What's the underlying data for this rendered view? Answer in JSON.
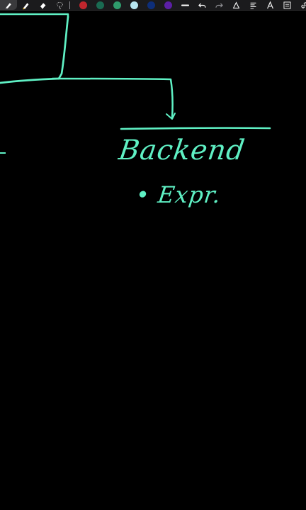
{
  "toolbar": {
    "tools": [
      {
        "name": "pen",
        "icon": "pen-icon"
      },
      {
        "name": "highlighter",
        "icon": "highlighter-icon"
      },
      {
        "name": "eraser",
        "icon": "eraser-icon"
      },
      {
        "name": "lasso",
        "icon": "lasso-icon"
      }
    ],
    "colors": [
      "#c0262d",
      "#1a6b52",
      "#2f9b6c",
      "#b8e6f1",
      "#0d2e7a",
      "#5b1fa5"
    ],
    "actions": [
      {
        "name": "stroke-width",
        "icon": "stroke-width-icon"
      },
      {
        "name": "undo",
        "icon": "undo-icon"
      },
      {
        "name": "redo",
        "icon": "redo-icon"
      },
      {
        "name": "shapes",
        "icon": "shapes-icon"
      },
      {
        "name": "text-format",
        "icon": "text-format-icon"
      },
      {
        "name": "text",
        "icon": "text-icon"
      },
      {
        "name": "math",
        "icon": "math-icon"
      },
      {
        "name": "link",
        "icon": "link-icon"
      }
    ]
  },
  "canvas": {
    "ink_color": "#5ff0c4",
    "background": "#000000",
    "heading": "Backend",
    "bullet": "•",
    "bullet_text": "Expr."
  }
}
